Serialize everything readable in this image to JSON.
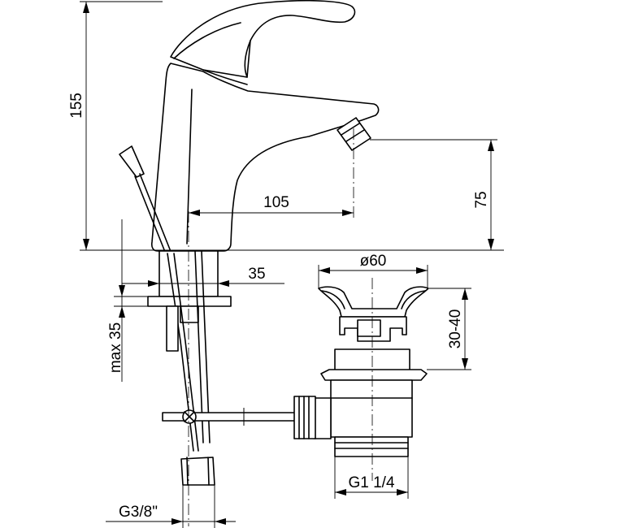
{
  "dimensions": {
    "height_total": "155",
    "spout_height": "75",
    "spout_reach": "105",
    "body_diameter": "35",
    "max_thickness": "max 35",
    "waste_diameter": "ø60",
    "waste_range": "30-40",
    "waste_thread": "G1 1/4",
    "inlet_thread": "G3/8\""
  }
}
